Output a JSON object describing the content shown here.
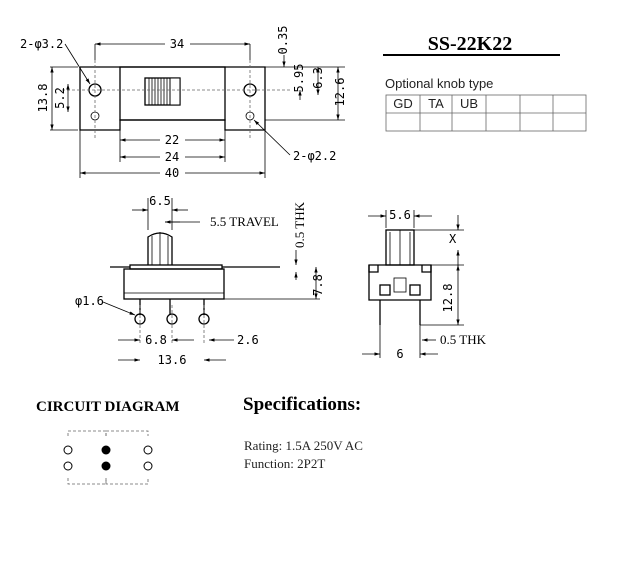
{
  "title": "SS-22K22",
  "knob": {
    "heading": "Optional knob type",
    "types": [
      "GD",
      "TA",
      "UB",
      "",
      "",
      ""
    ]
  },
  "top_view_dims": {
    "mount_hole": "2-φ3.2",
    "width": "34",
    "d035": "0.35",
    "d595": "5.95",
    "d63": "6.3",
    "d126": "12.6",
    "d138": "13.8",
    "d52": "5.2",
    "d22": "22",
    "d24": "24",
    "d40": "40",
    "small_hole": "2-φ2.2"
  },
  "side_view_dims": {
    "d65": "6.5",
    "travel": "5.5  TRAVEL",
    "thk": "0.5  THK",
    "d78": "7.8",
    "pin_dia": "φ1.6",
    "d68": "6.8",
    "d26": "2.6",
    "d136": "13.6"
  },
  "end_view_dims": {
    "d56": "5.6",
    "x": "X",
    "d128": "12.8",
    "thk": "0.5  THK",
    "d6": "6"
  },
  "circuit": {
    "heading": "CIRCUIT DIAGRAM"
  },
  "specs": {
    "heading": "Specifications:",
    "rating": "Rating: 1.5A 250V AC",
    "function": "Function: 2P2T"
  },
  "colors": {
    "ink": "#000000",
    "grid": "#888888",
    "background": "#ffffff"
  }
}
